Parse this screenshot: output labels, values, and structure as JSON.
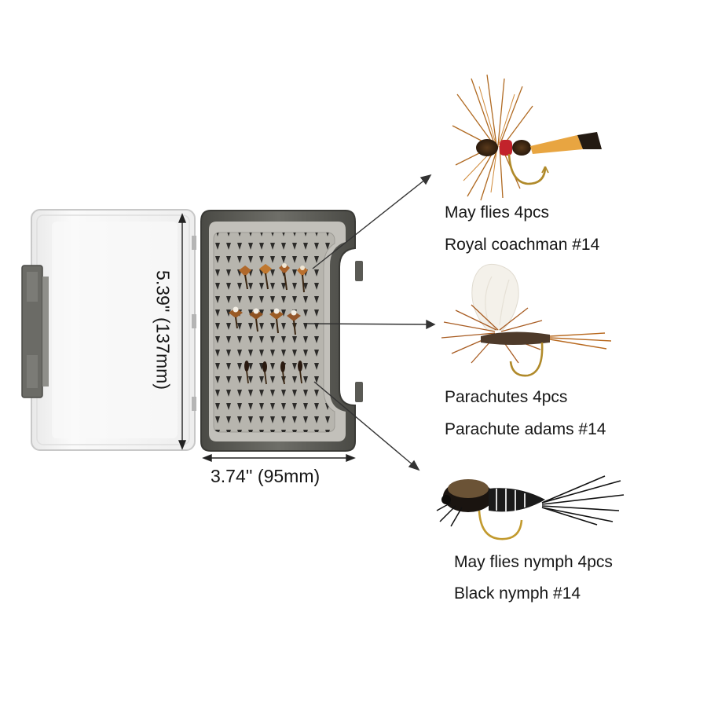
{
  "dimensions": {
    "height_label": "5.39'' (137mm)",
    "width_label": "3.74'' (95mm)"
  },
  "flies": [
    {
      "name": "May flies 4pcs",
      "pattern": "Royal coachman #14"
    },
    {
      "name": "Parachutes 4pcs",
      "pattern": "Parachute adams #14"
    },
    {
      "name": "May flies nymph 4pcs",
      "pattern": "Black nymph #14"
    }
  ],
  "icons": {
    "box": "fly-box-icon",
    "royal_coachman": "royal-coachman-fly-icon",
    "parachute_adams": "parachute-adams-fly-icon",
    "black_nymph": "black-nymph-fly-icon"
  },
  "colors": {
    "background": "#ffffff",
    "box_body": "#5e5e58",
    "foam": "#b9b7b0",
    "lid": "#f4f4f4",
    "text": "#161616"
  }
}
